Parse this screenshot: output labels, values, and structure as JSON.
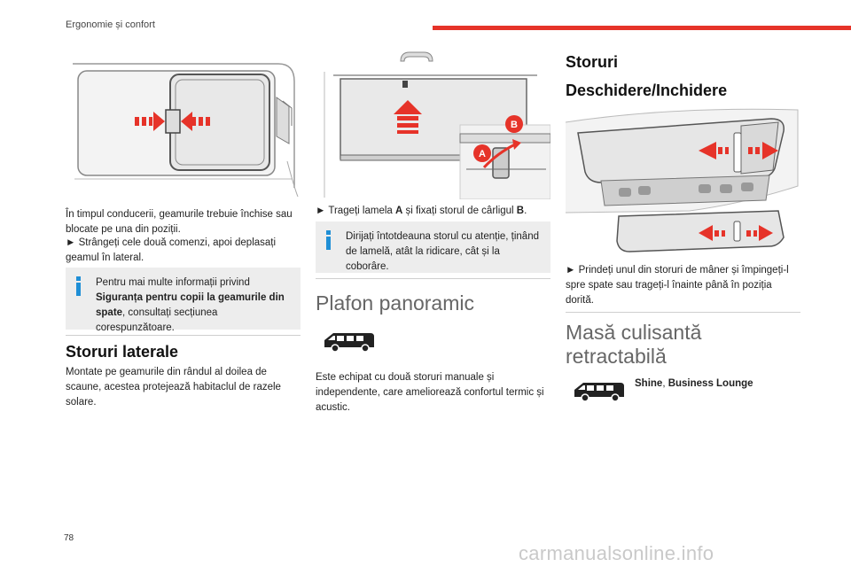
{
  "header": {
    "title": "Ergonomie și confort",
    "accent_color": "#e63329"
  },
  "page_number": "78",
  "watermark": "carmanualsonline.info",
  "col1": {
    "p1": "În timpul conducerii, geamurile trebuie închise sau blocate pe una din poziții.",
    "p2": "► Strângeți cele două comenzi, apoi deplasați geamul în lateral.",
    "info_pre": "Pentru mai multe informații privind ",
    "info_bold": "Siguranța pentru copii la geamurile din spate",
    "info_post": ", consultați secțiunea corespunzătoare.",
    "section_title": "Storuri laterale",
    "section_text": "Montate pe geamurile din rândul al doilea de scaune, acestea protejează habitaclul de razele solare."
  },
  "col2": {
    "label_a": "A",
    "label_b": "B",
    "inst_pre": "► Trageți lamela ",
    "inst_a": "A",
    "inst_mid": " și fixați storul de cârligul ",
    "inst_b": "B",
    "inst_end": ".",
    "info_text": "Dirijați întotdeauna storul cu atenție, ținând de lamelă, atât la ridicare, cât și la coborâre.",
    "section_title": "Plafon panoramic",
    "body": "Este echipat cu două storuri manuale și independente, care ameliorează confortul termic și acustic."
  },
  "col3": {
    "title1": "Storuri",
    "title2": "Deschidere/Inchidere",
    "inst": "► Prindeți unul din storuri de mâner și împingeți-l spre spate sau trageți-l înainte până în poziția dorită.",
    "section_title_l1": "Masă culisantă",
    "section_title_l2": "retractabilă",
    "version_a": "Shine",
    "version_sep": ", ",
    "version_b": "Business Lounge"
  }
}
